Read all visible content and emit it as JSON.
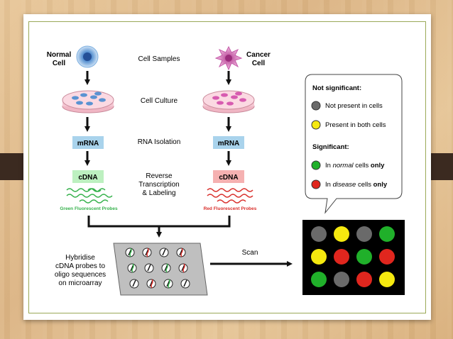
{
  "left_cell_label": [
    "Normal",
    "Cell"
  ],
  "right_cell_label": [
    "Cancer",
    "Cell"
  ],
  "steps": {
    "cell_samples": "Cell Samples",
    "cell_culture": "Cell Culture",
    "rna_isolation": "RNA Isolation",
    "reverse_transcription": [
      "Reverse",
      "Transcription",
      "& Labeling"
    ]
  },
  "boxes": {
    "left_mrna": "mRNA",
    "right_mrna": "mRNA",
    "left_cdna": "cDNA",
    "right_cdna": "cDNA"
  },
  "probes": {
    "green": "Green Fluorescent Probes",
    "red": "Red Fluorescent Probes"
  },
  "hybridise_text": [
    "Hybridise",
    "cDNA probes to",
    "oligo sequences",
    "on microarray"
  ],
  "scan_label": "Scan",
  "legend": {
    "not_significant_title": "Not significant:",
    "grey_label": "Not present in cells",
    "yellow_label": "Present in both cells",
    "significant_title": "Significant:",
    "green_label": {
      "prefix": "In ",
      "emph": "normal",
      "suffix": " cells ",
      "bold": "only"
    },
    "red_label": {
      "prefix": "In ",
      "emph": "disease",
      "suffix": " cells ",
      "bold": "only"
    }
  },
  "colors": {
    "grey": "#6a6a6a",
    "yellow": "#f5e90f",
    "green": "#20b02a",
    "red": "#e0261e",
    "mrna_box": "#a9d3ec",
    "cdna_left_box": "#bdf0c0",
    "cdna_right_box": "#f5b1b1",
    "probe_green": "#37b24d",
    "probe_red": "#d9302c"
  },
  "array_grid": [
    [
      "grey",
      "yellow",
      "grey",
      "green"
    ],
    [
      "yellow",
      "red",
      "green",
      "red"
    ],
    [
      "green",
      "grey",
      "red",
      "yellow"
    ]
  ]
}
